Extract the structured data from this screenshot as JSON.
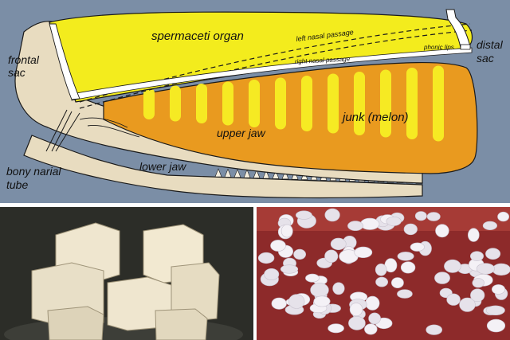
{
  "diagram": {
    "labels": {
      "spermaceti_organ": "spermaceti organ",
      "frontal_sac_line1": "frontal",
      "frontal_sac_line2": "sac",
      "left_nasal_passage": "left nasal passage",
      "right_nasal_passage": "right nasal passage",
      "phonic_lips": "phonic lips",
      "distal_sac_line1": "distal",
      "distal_sac_line2": "sac",
      "junk_melon": "junk (melon)",
      "upper_jaw": "upper jaw",
      "lower_jaw": "lower jaw",
      "bony_narial_tube_line1": "bony narial",
      "bony_narial_tube_line2": "tube"
    },
    "colors": {
      "background": "#7b8ea6",
      "spermaceti_fill": "#f3ec1d",
      "junk_fill": "#e99a1f",
      "junk_stripes": "#f6ea23",
      "bone": "#e8dcc0",
      "outline": "#1a1a1a"
    }
  },
  "photos": [
    {
      "subject": "white-wax-blocks",
      "colors": {
        "background": "#2c2d28",
        "wax": "#efe6cf"
      }
    },
    {
      "subject": "white-wax-pellets",
      "colors": {
        "background": "#8d2a2a",
        "pellets": "#f4f1f6"
      }
    }
  ]
}
